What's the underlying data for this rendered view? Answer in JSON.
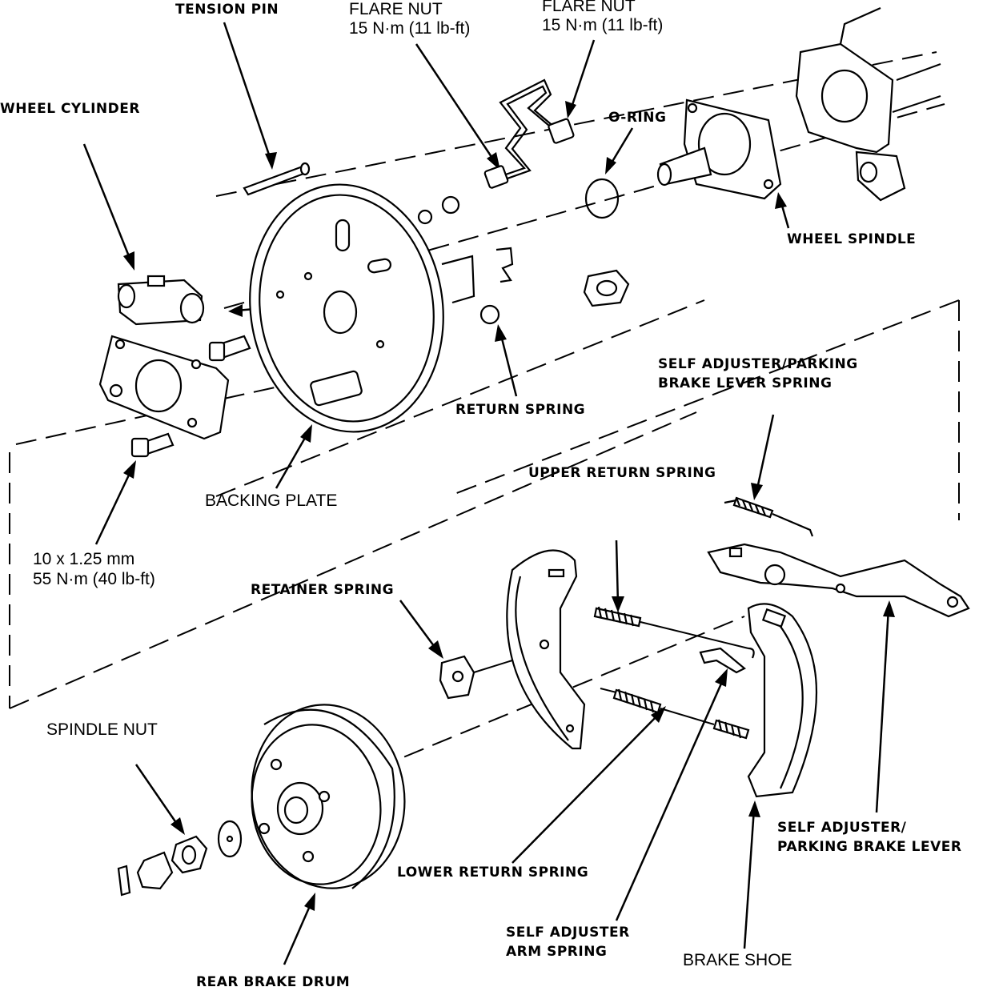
{
  "labels": {
    "tension_pin": "TENSION PIN",
    "flare_nut_1": "FLARE NUT\n15 N·m (11 lb-ft)",
    "flare_nut_2": "FLARE NUT\n15 N·m (11 lb-ft)",
    "wheel_cylinder": "WHEEL CYLINDER",
    "o_ring": "O-RING",
    "wheel_spindle": "WHEEL SPINDLE",
    "return_spring": "RETURN SPRING",
    "self_adjuster_lever_spring": "SELF ADJUSTER/PARKING\nBRAKE LEVER SPRING",
    "upper_return_spring": "UPPER RETURN SPRING",
    "backing_plate": "BACKING PLATE",
    "bolt_spec": "10 x 1.25 mm\n55 N·m (40 lb-ft)",
    "retainer_spring": "RETAINER SPRING",
    "spindle_nut": "SPINDLE NUT",
    "self_adjuster_lever": "SELF ADJUSTER/\nPARKING BRAKE LEVER",
    "lower_return_spring": "LOWER RETURN SPRING",
    "self_adjuster_arm_spring": "SELF ADJUSTER\nARM SPRING",
    "brake_shoe": "BRAKE SHOE",
    "rear_brake_drum": "REAR BRAKE DRUM"
  }
}
